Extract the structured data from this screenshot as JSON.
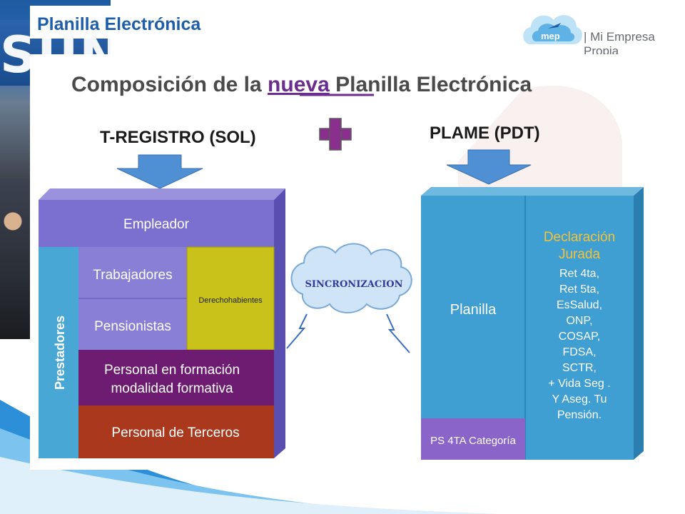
{
  "header": {
    "title": "Planilla Electrónica",
    "brand_name": "| Mi Empresa Propia",
    "logo_text": "mep"
  },
  "background_photo": {
    "sign_text": "SUNAT"
  },
  "diagram": {
    "heading_prefix": "Composición de la ",
    "heading_emph": "nueva",
    "heading_suffix": " Planilla Electrónica",
    "left_title": "T-REGISTRO (SOL)",
    "right_title": "PLAME (PDT)",
    "sync_label": "SINCRONIZACION",
    "left_blocks": {
      "empleador": "Empleador",
      "prestadores": "Prestadores",
      "trabajadores": "Trabajadores",
      "pensionistas": "Pensionistas",
      "derechohabientes": "Derechohabientes",
      "formacion_line1": "Personal en formación",
      "formacion_line2": "modalidad formativa",
      "terceros": "Personal de Terceros"
    },
    "right_blocks": {
      "planilla": "Planilla",
      "ps4ta": "PS 4TA Categoría",
      "declaracion_line1": "Declaración",
      "declaracion_line2": "Jurada",
      "items": [
        "Ret 4ta,",
        "Ret 5ta,",
        "EsSalud,",
        "ONP,",
        "COSAP,",
        "FDSA,",
        "SCTR,",
        "+ Vida Seg .",
        "Y Aseg. Tu",
        "Pensión."
      ]
    },
    "colors": {
      "heading": "#4a4a4a",
      "emph": "#6b2d8f",
      "plus": "#8b2f8f",
      "arrow": "#4f8fd4",
      "empleador": "#7b6fd0",
      "prestadores": "#49a7d6",
      "trabajadores": "#8a7fd6",
      "derechohabientes": "#c9c21a",
      "formacion": "#6e1b72",
      "terceros": "#a9381c",
      "plame": "#3f9ed2",
      "ps4ta": "#8a64c8",
      "declaracion_title": "#f2c33a",
      "cloud": "#cfe4f7",
      "sync_text": "#333a99"
    }
  }
}
